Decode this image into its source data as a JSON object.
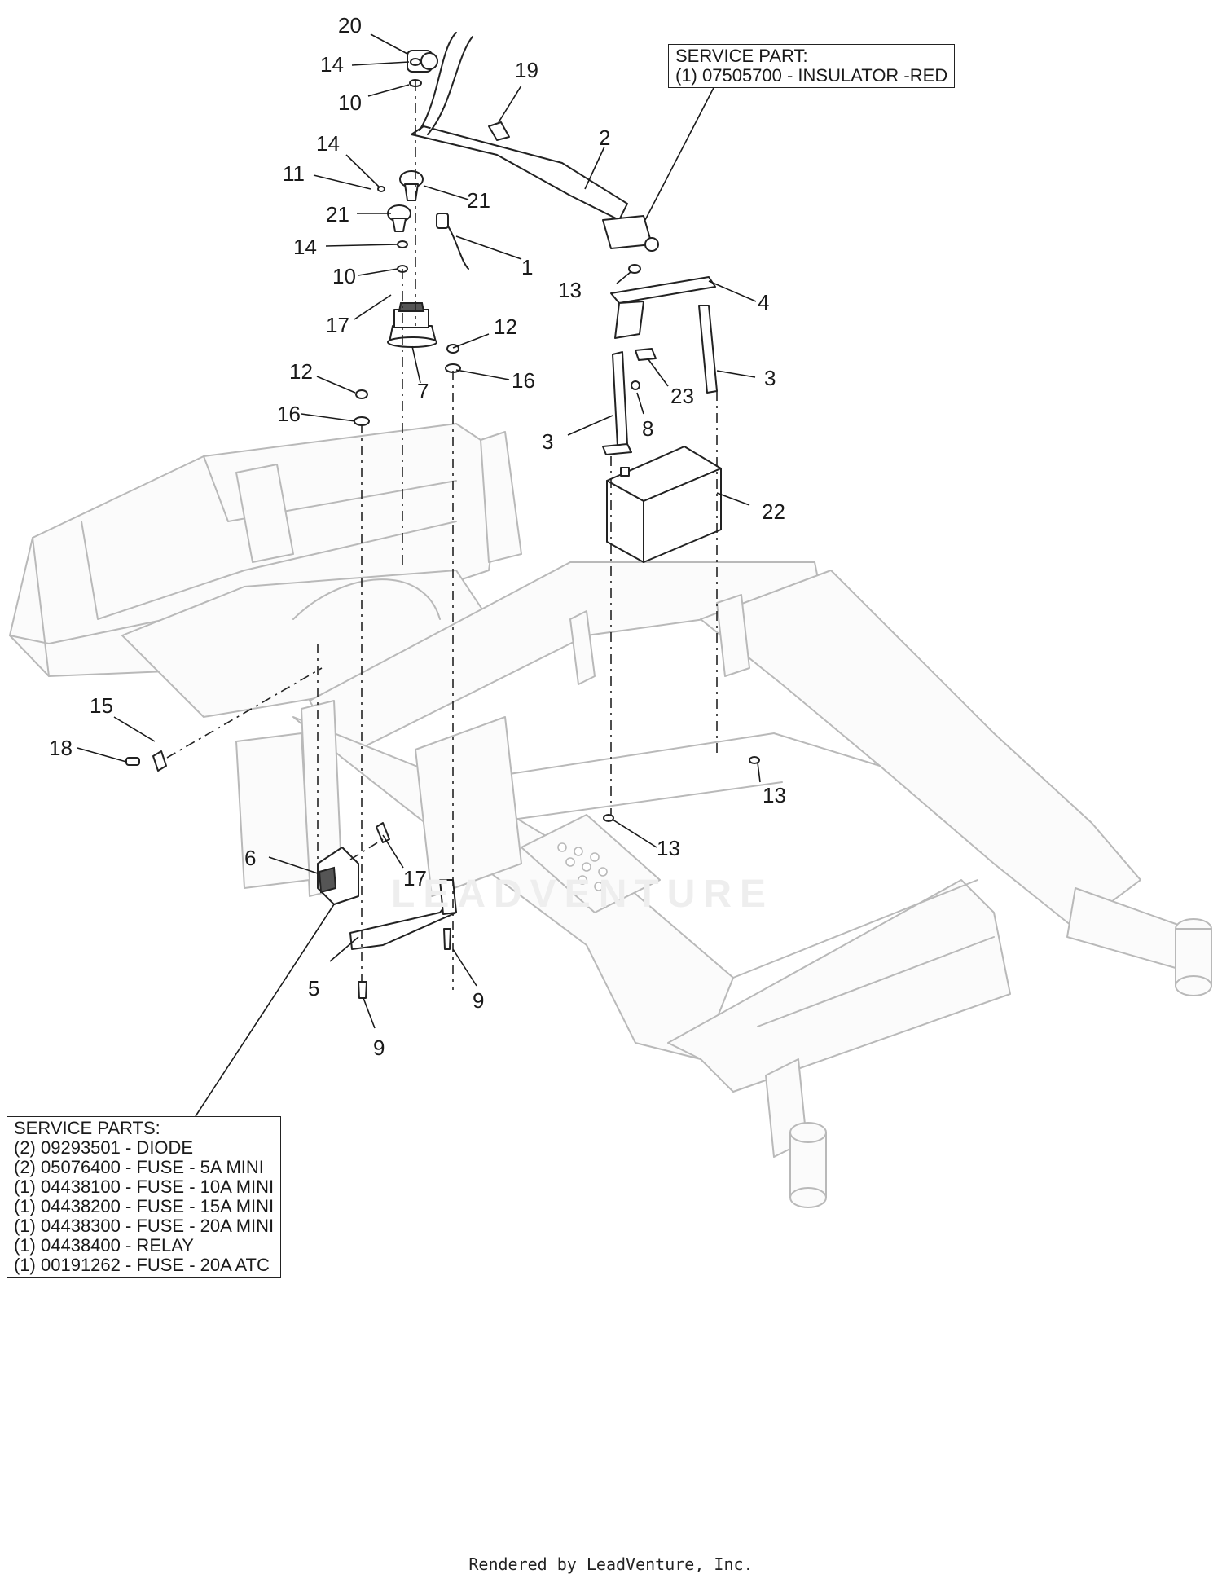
{
  "callouts": [
    {
      "id": "20",
      "text": "20"
    },
    {
      "id": "14a",
      "text": "14"
    },
    {
      "id": "10a",
      "text": "10"
    },
    {
      "id": "19",
      "text": "19"
    },
    {
      "id": "2",
      "text": "2"
    },
    {
      "id": "14b",
      "text": "14"
    },
    {
      "id": "11",
      "text": "11"
    },
    {
      "id": "21a",
      "text": "21"
    },
    {
      "id": "21b",
      "text": "21"
    },
    {
      "id": "14c",
      "text": "14"
    },
    {
      "id": "1",
      "text": "1"
    },
    {
      "id": "10b",
      "text": "10"
    },
    {
      "id": "13a",
      "text": "13"
    },
    {
      "id": "4",
      "text": "4"
    },
    {
      "id": "17a",
      "text": "17"
    },
    {
      "id": "12a",
      "text": "12"
    },
    {
      "id": "7",
      "text": "7"
    },
    {
      "id": "16a",
      "text": "16"
    },
    {
      "id": "23",
      "text": "23"
    },
    {
      "id": "3a",
      "text": "3"
    },
    {
      "id": "12b",
      "text": "12"
    },
    {
      "id": "8",
      "text": "8"
    },
    {
      "id": "16b",
      "text": "16"
    },
    {
      "id": "3b",
      "text": "3"
    },
    {
      "id": "22",
      "text": "22"
    },
    {
      "id": "15",
      "text": "15"
    },
    {
      "id": "18",
      "text": "18"
    },
    {
      "id": "13b",
      "text": "13"
    },
    {
      "id": "13c",
      "text": "13"
    },
    {
      "id": "6",
      "text": "6"
    },
    {
      "id": "17b",
      "text": "17"
    },
    {
      "id": "5",
      "text": "5"
    },
    {
      "id": "9a",
      "text": "9"
    },
    {
      "id": "9b",
      "text": "9"
    }
  ],
  "service_part_top": {
    "heading": "SERVICE PART:",
    "lines": [
      "(1) 07505700 - INSULATOR -RED"
    ]
  },
  "service_parts_bottom": {
    "heading": "SERVICE PARTS:",
    "lines": [
      "(2) 09293501 - DIODE",
      "(2) 05076400 - FUSE - 5A MINI",
      "(1) 04438100 - FUSE - 10A MINI",
      "(1) 04438200 - FUSE - 15A MINI",
      "(1) 04438300 - FUSE - 20A MINI",
      "(1) 04438400 - RELAY",
      "(1) 00191262 - FUSE - 20A ATC"
    ]
  },
  "watermark": "LEADVENTURE",
  "footer": "Rendered by LeadVenture, Inc."
}
